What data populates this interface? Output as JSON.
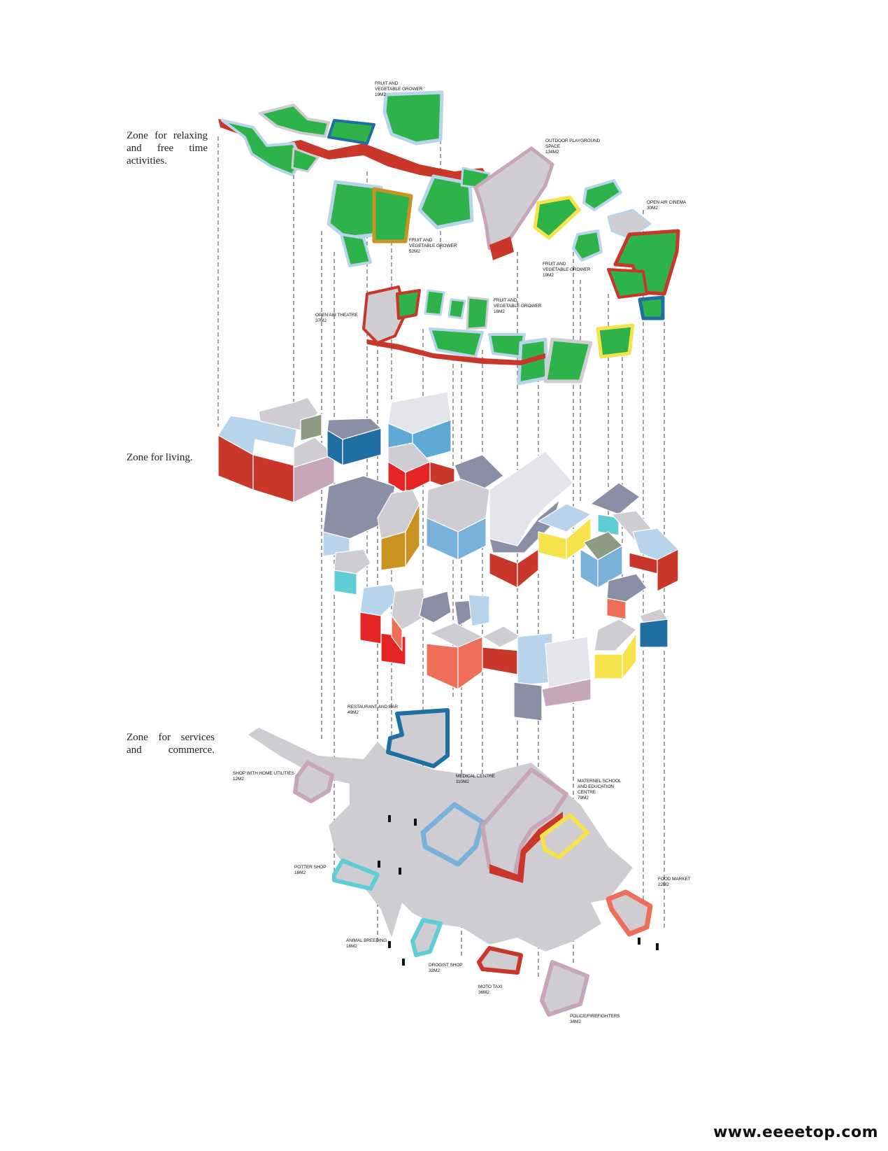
{
  "zones": {
    "relaxing": "Zone for relaxing and free time activities.",
    "living": "Zone for living.",
    "services": "Zone for services and commerce."
  },
  "labels": {
    "fruit1": {
      "name": "FRUIT AND VEGETABLE GROWER",
      "area": "19M2"
    },
    "outdoor": {
      "name": "OUTDOOR PLAYGROUND SPACE",
      "area": "134M2"
    },
    "cinema": {
      "name": "OPEN AIR CINEMA",
      "area": "30M2"
    },
    "fruit2": {
      "name": "FRUIT AND VEGETABLE GROWER",
      "area": "52M2"
    },
    "fruit3": {
      "name": "FRUIT AND VEGETABLE GROWER",
      "area": "19M2"
    },
    "fruit4": {
      "name": "FRUIT AND VEGETABLE GROWER",
      "area": "16M2"
    },
    "theatre": {
      "name": "OPEN AIR THEATRE",
      "area": "37M2"
    },
    "restaurant": {
      "name": "RESTAURANT AND BAR",
      "area": "49M2"
    },
    "shop_home": {
      "name": "SHOP WITH HOME UTILITIES",
      "area": "12M2"
    },
    "medical": {
      "name": "MEDICAL CENTRE",
      "area": "110M2"
    },
    "maternel": {
      "name": "MATERNEL SCHOOL AND EDUCATION CENTRE",
      "area": "79M2"
    },
    "potter": {
      "name": "POTTER SHOP",
      "area": "16M2"
    },
    "food": {
      "name": "FOOD MARKET",
      "area": "22M2"
    },
    "animal": {
      "name": "ANIMAL BREEDING",
      "area": "16M2"
    },
    "drogist": {
      "name": "DROGIST SHOP",
      "area": "32M2"
    },
    "moto": {
      "name": "MOTO TAXI",
      "area": "36M2"
    },
    "police": {
      "name": "POLICE/FIREFIGHTERS",
      "area": "34M2"
    }
  },
  "watermark": "www.eeeetop.com",
  "colors": {
    "green": "#2db34a",
    "grey": "#cfcdd2",
    "red": "#c9372b",
    "blue": "#1f6fa3",
    "lightblue": "#b8d4ea",
    "cyan": "#5fcdd6",
    "yellow": "#f6e34c",
    "mauve": "#c7a6b8",
    "slate": "#8a8fa6",
    "salmon": "#ef6e5a",
    "ochre": "#c89320"
  }
}
